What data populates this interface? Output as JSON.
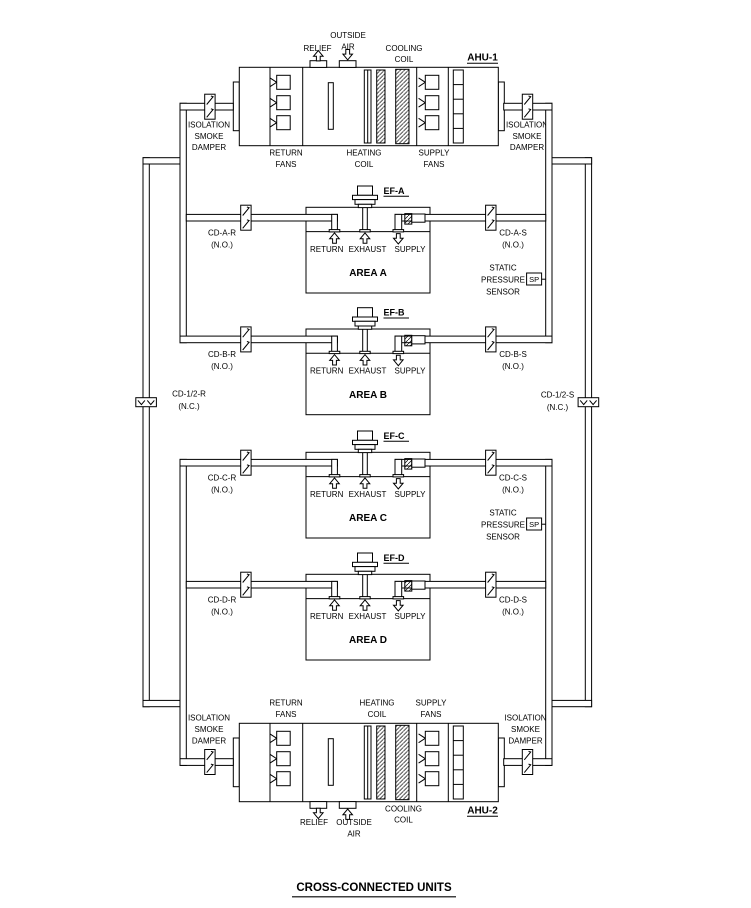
{
  "diagram_title": "CROSS-CONNECTED UNITS",
  "ahu1": {
    "name": "AHU-1",
    "relief_label": "RELIEF",
    "outside_air_label": [
      "OUTSIDE",
      "AIR"
    ],
    "cooling_coil_label": [
      "COOLING",
      "COIL"
    ],
    "heating_coil_label": [
      "HEATING",
      "COIL"
    ],
    "return_fans_label": [
      "RETURN",
      "FANS"
    ],
    "supply_fans_label": [
      "SUPPLY",
      "FANS"
    ],
    "isolation_damper_left": [
      "ISOLATION",
      "SMOKE",
      "DAMPER"
    ],
    "isolation_damper_right": [
      "ISOLATION",
      "SMOKE",
      "DAMPER"
    ]
  },
  "ahu2": {
    "name": "AHU-2",
    "relief_label": "RELIEF",
    "outside_air_label": [
      "OUTSIDE",
      "AIR"
    ],
    "cooling_coil_label": [
      "COOLING",
      "COIL"
    ],
    "heating_coil_label": [
      "HEATING",
      "COIL"
    ],
    "return_fans_label": [
      "RETURN",
      "FANS"
    ],
    "supply_fans_label": [
      "SUPPLY",
      "FANS"
    ],
    "isolation_damper_left": [
      "ISOLATION",
      "SMOKE",
      "DAMPER"
    ],
    "isolation_damper_right": [
      "ISOLATION",
      "SMOKE",
      "DAMPER"
    ]
  },
  "areas": [
    {
      "id": "A",
      "ef_tag": "EF-A",
      "name": "AREA A",
      "vent_labels": [
        "RETURN",
        "EXHAUST",
        "SUPPLY"
      ],
      "return_damper": {
        "tag": "CD-A-R",
        "state": "(N.O.)"
      },
      "supply_damper": {
        "tag": "CD-A-S",
        "state": "(N.O.)"
      }
    },
    {
      "id": "B",
      "ef_tag": "EF-B",
      "name": "AREA B",
      "vent_labels": [
        "RETURN",
        "EXHAUST",
        "SUPPLY"
      ],
      "return_damper": {
        "tag": "CD-B-R",
        "state": "(N.O.)"
      },
      "supply_damper": {
        "tag": "CD-B-S",
        "state": "(N.O.)"
      }
    },
    {
      "id": "C",
      "ef_tag": "EF-C",
      "name": "AREA C",
      "vent_labels": [
        "RETURN",
        "EXHAUST",
        "SUPPLY"
      ],
      "return_damper": {
        "tag": "CD-C-R",
        "state": "(N.O.)"
      },
      "supply_damper": {
        "tag": "CD-C-S",
        "state": "(N.O.)"
      }
    },
    {
      "id": "D",
      "ef_tag": "EF-D",
      "name": "AREA D",
      "vent_labels": [
        "RETURN",
        "EXHAUST",
        "SUPPLY"
      ],
      "return_damper": {
        "tag": "CD-D-R",
        "state": "(N.O.)"
      },
      "supply_damper": {
        "tag": "CD-D-S",
        "state": "(N.O.)"
      }
    }
  ],
  "cross_connect_dampers": {
    "return_side": {
      "tag": "CD-1/2-R",
      "state": "(N.C.)"
    },
    "supply_side": {
      "tag": "CD-1/2-S",
      "state": "(N.C.)"
    }
  },
  "pressure_sensors": [
    {
      "tag": "SP",
      "label": [
        "STATIC",
        "PRESSURE",
        "SENSOR"
      ]
    },
    {
      "tag": "SP",
      "label": [
        "STATIC",
        "PRESSURE",
        "SENSOR"
      ]
    }
  ]
}
